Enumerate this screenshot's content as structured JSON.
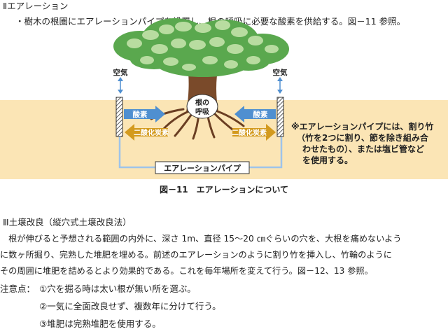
{
  "section_aeration": {
    "heading": "Ⅱエアレーション",
    "bullet": "・樹木の根圏にエアレーションパイプを設置し、根の呼吸に必要な酸素を供給する。図－11 参照。"
  },
  "figure": {
    "air_left": "空気",
    "air_right": "空気",
    "root_label_1": "根の",
    "root_label_2": "呼吸",
    "oxygen_left": "酸素",
    "oxygen_right": "酸素",
    "co2_left": "二酸化炭素",
    "co2_right": "二酸化炭素",
    "pipe_label": "エアレーションパイプ",
    "note_lines": [
      "※エアレーションパイプには、割り竹",
      "（竹を2つに割り、節を除き組み合",
      "わせたもの）、または塩ビ管など",
      "を使用する。"
    ],
    "caption": "図－11　エアレーションについて",
    "colors": {
      "soil": "#fbe5b5",
      "leaf_dark": "#5aa84e",
      "leaf_light": "#b8dca0",
      "trunk": "#7a4a2a",
      "arrow_blue": "#4f8fd0",
      "arrow_gold": "#d39a1e",
      "pipe_frame": "#9ec4ea"
    }
  },
  "section_soil": {
    "heading": "Ⅲ土壌改良（縦穴式土壌改良法）",
    "body_lines": [
      "　根が伸びると予想される範囲の内外に、深さ 1m、直径 15～20 ㎝ぐらいの穴を、大根を痛めないよう",
      "に数ヶ所掘り、完熟した堆肥を埋める。前述のエアレーションのように割り竹を挿入し、竹輪のように",
      "その周囲に堆肥を詰めるとより効果的である。これを毎年場所を変えて行う。図－12、13 参照。"
    ],
    "notes_label": "注意点：",
    "notes": [
      "①穴を掘る時は太い根が無い所を選ぶ。",
      "②一気に全面改良せず、複数年に分けて行う。",
      "③堆肥は完熟堆肥を使用する。"
    ]
  }
}
